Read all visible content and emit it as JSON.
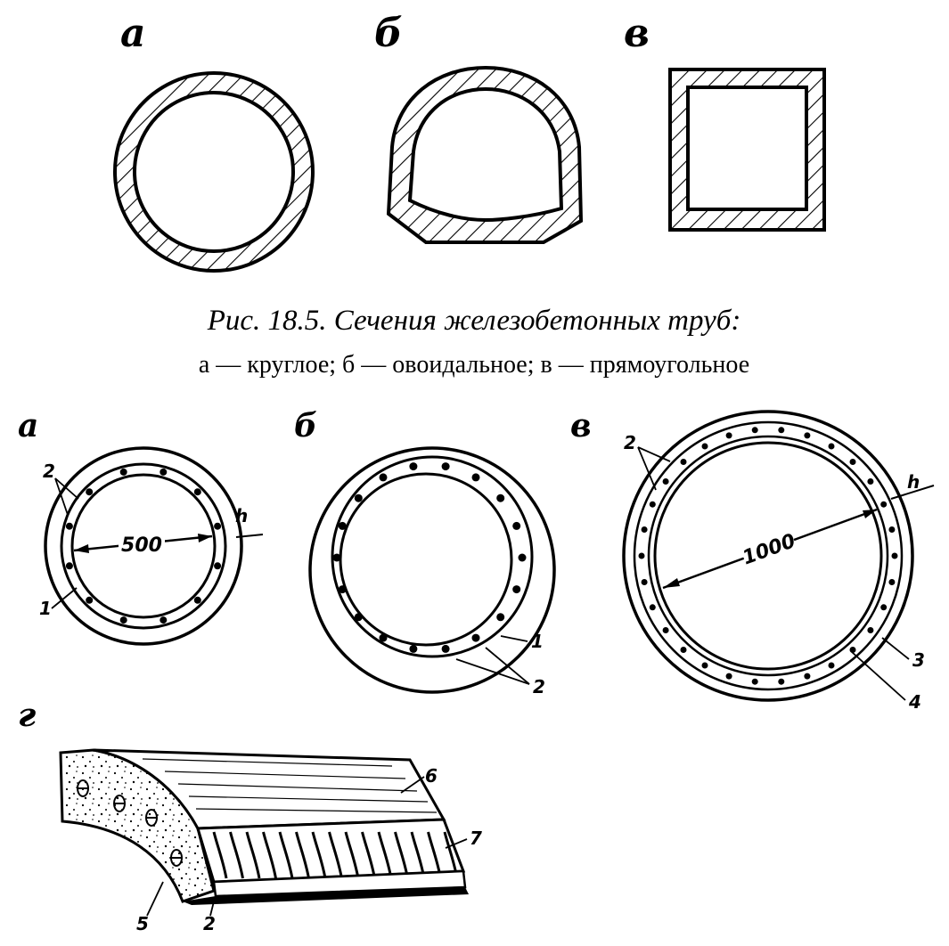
{
  "figure1": {
    "panel_labels": {
      "a": "а",
      "b": "б",
      "c": "в"
    },
    "caption_title": "Рис. 18.5. Сечения железобетонных труб:",
    "caption_legend": "а — круглое; б — овоидальное; в — прямоугольное"
  },
  "figure2": {
    "panel_labels": {
      "a": "а",
      "b": "б",
      "c": "в",
      "d": "г"
    },
    "diameter_small": "500",
    "diameter_large": "1000",
    "thickness_label": "h",
    "callouts": {
      "n1": "1",
      "n2": "2",
      "n3": "3",
      "n4": "4",
      "n5": "5",
      "n6": "6",
      "n7": "7"
    }
  }
}
